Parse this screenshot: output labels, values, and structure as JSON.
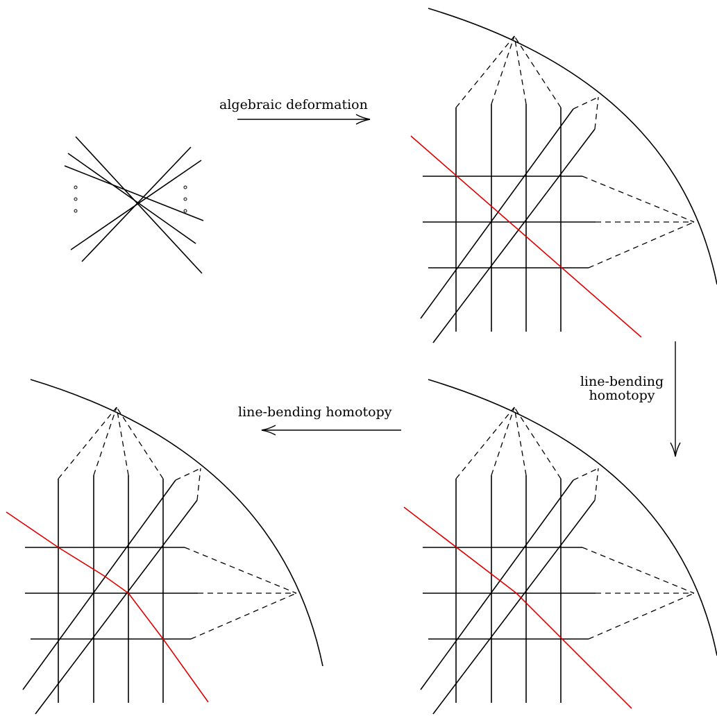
{
  "labels": {
    "top_arrow": "algebraic deformation",
    "right_arrow_line1": "line-bending",
    "right_arrow_line2": "homotopy",
    "left_arrow": "line-bending homotopy"
  },
  "colors": {
    "line": "#000000",
    "highlight": "#e00000",
    "background": "#ffffff"
  },
  "panels": [
    {
      "id": "pencil",
      "description_key": "concurrent-lines"
    },
    {
      "id": "grid-deformed",
      "red_line": "straight"
    },
    {
      "id": "grid-bent-once",
      "red_line": "bent-at-center"
    },
    {
      "id": "grid-bent-twice",
      "red_line": "bent-at-center-variant"
    }
  ]
}
